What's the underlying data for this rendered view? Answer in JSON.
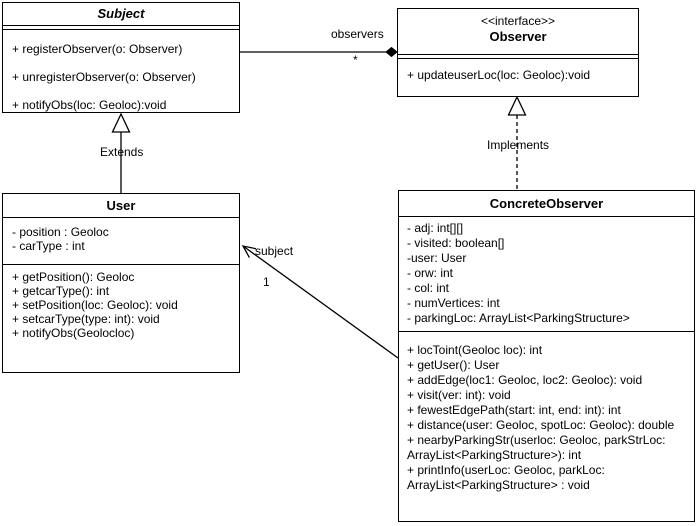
{
  "diagram": {
    "kind": "uml-class-diagram",
    "colors": {
      "line": "#000000",
      "background": "#ffffff",
      "text": "#000000"
    }
  },
  "classes": {
    "subject": {
      "name": "Subject",
      "methods": [
        "+ registerObserver(o: Observer)",
        "+ unregisterObserver(o: Observer)",
        "+ notifyObs(loc: Geoloc):void"
      ]
    },
    "observer": {
      "stereotype": "<<interface>>",
      "name": "Observer",
      "methods": [
        "+ updateuserLoc(loc: Geoloc):void"
      ]
    },
    "user": {
      "name": "User",
      "attributes": [
        "- position : Geoloc",
        "- carType : int"
      ],
      "methods": [
        "+ getPosition(): Geoloc",
        "+ getcarType(): int",
        "+ setPosition(loc: Geoloc): void",
        "+ setcarType(type: int): void",
        "+ notifyObs(Geolocloc)"
      ]
    },
    "concrete_observer": {
      "name": "ConcreteObserver",
      "attributes": [
        "- adj: int[][]",
        "- visited: boolean[]",
        "-user: User",
        "- orw: int",
        "- col: int",
        "- numVertices: int",
        "- parkingLoc: ArrayList<ParkingStructure>"
      ],
      "methods": [
        "+ locToint(Geoloc loc): int",
        "+ getUser(): User",
        "+ addEdge(loc1: Geoloc, loc2: Geoloc): void",
        "+ visit(ver: int): void",
        "+ fewestEdgePath(start: int, end: int): int",
        "+ distance(user: Geoloc, spotLoc: Geoloc): double",
        "+ nearbyParkingStr(userloc: Geoloc, parkStrLoc: ArrayList<ParkingStructure>): int",
        "+ printInfo(userLoc: Geoloc, parkLoc: ArrayList<ParkingStructure> : void"
      ]
    }
  },
  "relationships": {
    "observers": {
      "label": "observers",
      "multiplicity": "*"
    },
    "extends": {
      "label": "Extends"
    },
    "implements": {
      "label": "Implements"
    },
    "subject_assoc": {
      "label": "subject",
      "multiplicity": "1"
    }
  }
}
